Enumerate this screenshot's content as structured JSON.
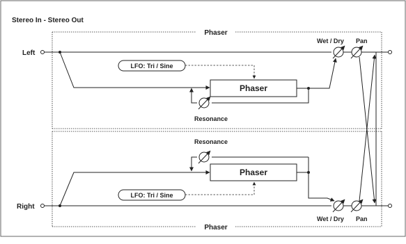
{
  "title": "Stereo In - Stereo Out",
  "top_section": {
    "title": "Phaser",
    "input_label": "Left",
    "lfo_label": "LFO: Tri / Sine",
    "phaser_label": "Phaser",
    "resonance_label": "Resonance",
    "wetdry_label": "Wet / Dry",
    "pan_label": "Pan"
  },
  "bottom_section": {
    "title": "Phaser",
    "input_label": "Right",
    "lfo_label": "LFO: Tri / Sine",
    "phaser_label": "Phaser",
    "resonance_label": "Resonance",
    "wetdry_label": "Wet / Dry",
    "pan_label": "Pan"
  }
}
